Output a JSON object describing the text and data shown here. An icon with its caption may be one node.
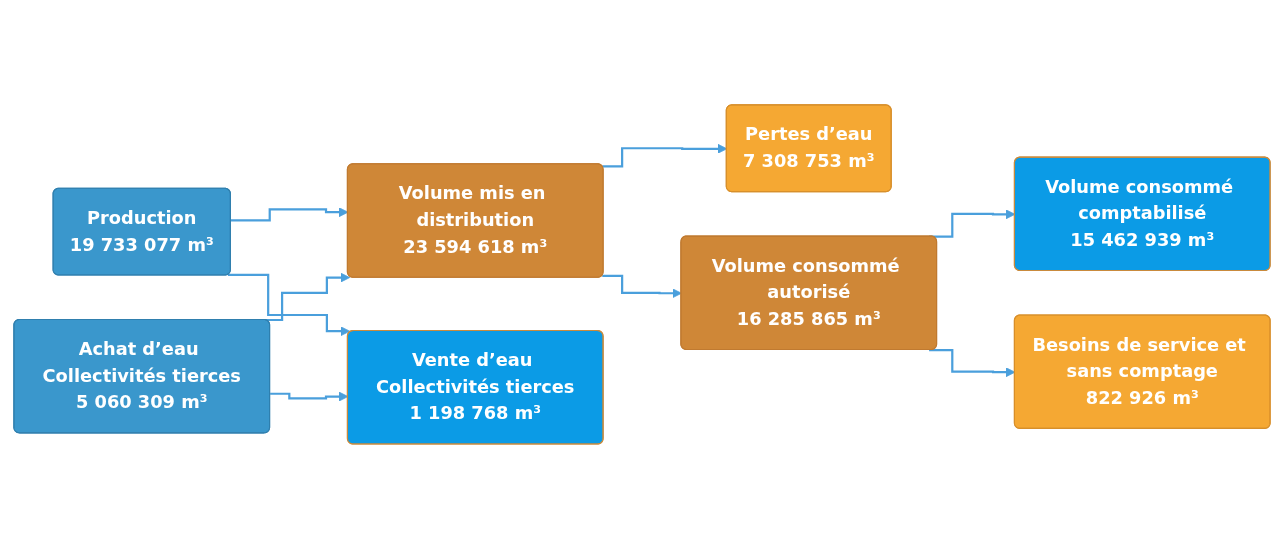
{
  "diagram": {
    "nodes": [
      {
        "text": [
          "Production",
          "19 733 077 m³"
        ]
      },
      {
        "text": [
          "Achat d’eau Collectivités tierces",
          "5 060 309 m³"
        ]
      },
      {
        "text": [
          "Volume mis en distribution",
          "23 594 618 m³"
        ]
      },
      {
        "text": [
          "Vente d’eau Collectivités tierces",
          "1 198 768 m³"
        ]
      },
      {
        "text": [
          "Pertes d’eau",
          "7 308 753 m³"
        ]
      },
      {
        "text": [
          "Volume consommé autorisé",
          "16 285 865 m³"
        ]
      },
      {
        "text": [
          "Volume consommé comptabilisé",
          "15 462 939 m³"
        ]
      },
      {
        "text": [
          "Besoins de service et sans comptage",
          "822 926 m³"
        ]
      }
    ],
    "edges": [
      {
        "from": 0,
        "to": 2,
        "arrow": "to"
      },
      {
        "from": 1,
        "to": 2,
        "arrow": "to"
      },
      {
        "from": 0,
        "to": 3,
        "arrow": "to"
      },
      {
        "from": 1,
        "to": 3,
        "arrow": "to"
      },
      {
        "from": 2,
        "to": 5,
        "arrow": "to"
      },
      {
        "from": 2,
        "to": 4,
        "arrow": "to"
      },
      {
        "from": 5,
        "to": 6,
        "arrow": "to"
      },
      {
        "from": 5,
        "to": 7,
        "arrow": "to"
      }
    ]
  }
}
